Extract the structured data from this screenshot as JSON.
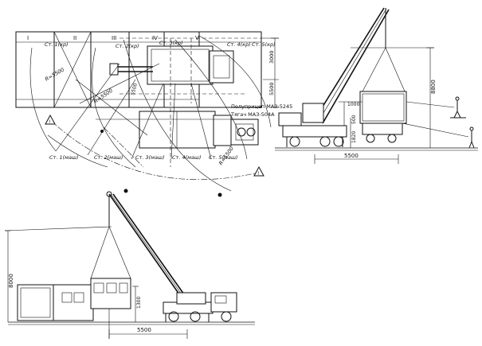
{
  "plan": {
    "zones": [
      "I",
      "II",
      "III",
      "IV",
      "V"
    ],
    "stations_crane": [
      "Ст. 1(кр)",
      "Ст. 2(кр)",
      "Ст. 3(кр)",
      "Ст. 4(кр)",
      "Ст. 5(кр)"
    ],
    "stations_vehicle": [
      "Ст. 1(маш)",
      "Ст. 2(маш)",
      "Ст. 3(маш)",
      "Ст. 4(маш)",
      "Ст. 5(маш)"
    ],
    "radius_left": "R=5500",
    "radius_mid": "R=5500",
    "radius_right": "R=5500",
    "dim_vertical": "5500",
    "dim_top_right": "3000",
    "dim_small": "5500",
    "trailer_label": "Полуприцеп МАЗ-5245",
    "tractor_label": "Тягач МАЗ-504А"
  },
  "elev_right": {
    "dim_height": "8800",
    "dim_1000": "1000",
    "dim_500": "500",
    "dim_1820": "1820",
    "dim_span": "5500"
  },
  "elev_bottom": {
    "dim_height": "8000",
    "dim_1300": "1300",
    "dim_span": "5500"
  }
}
